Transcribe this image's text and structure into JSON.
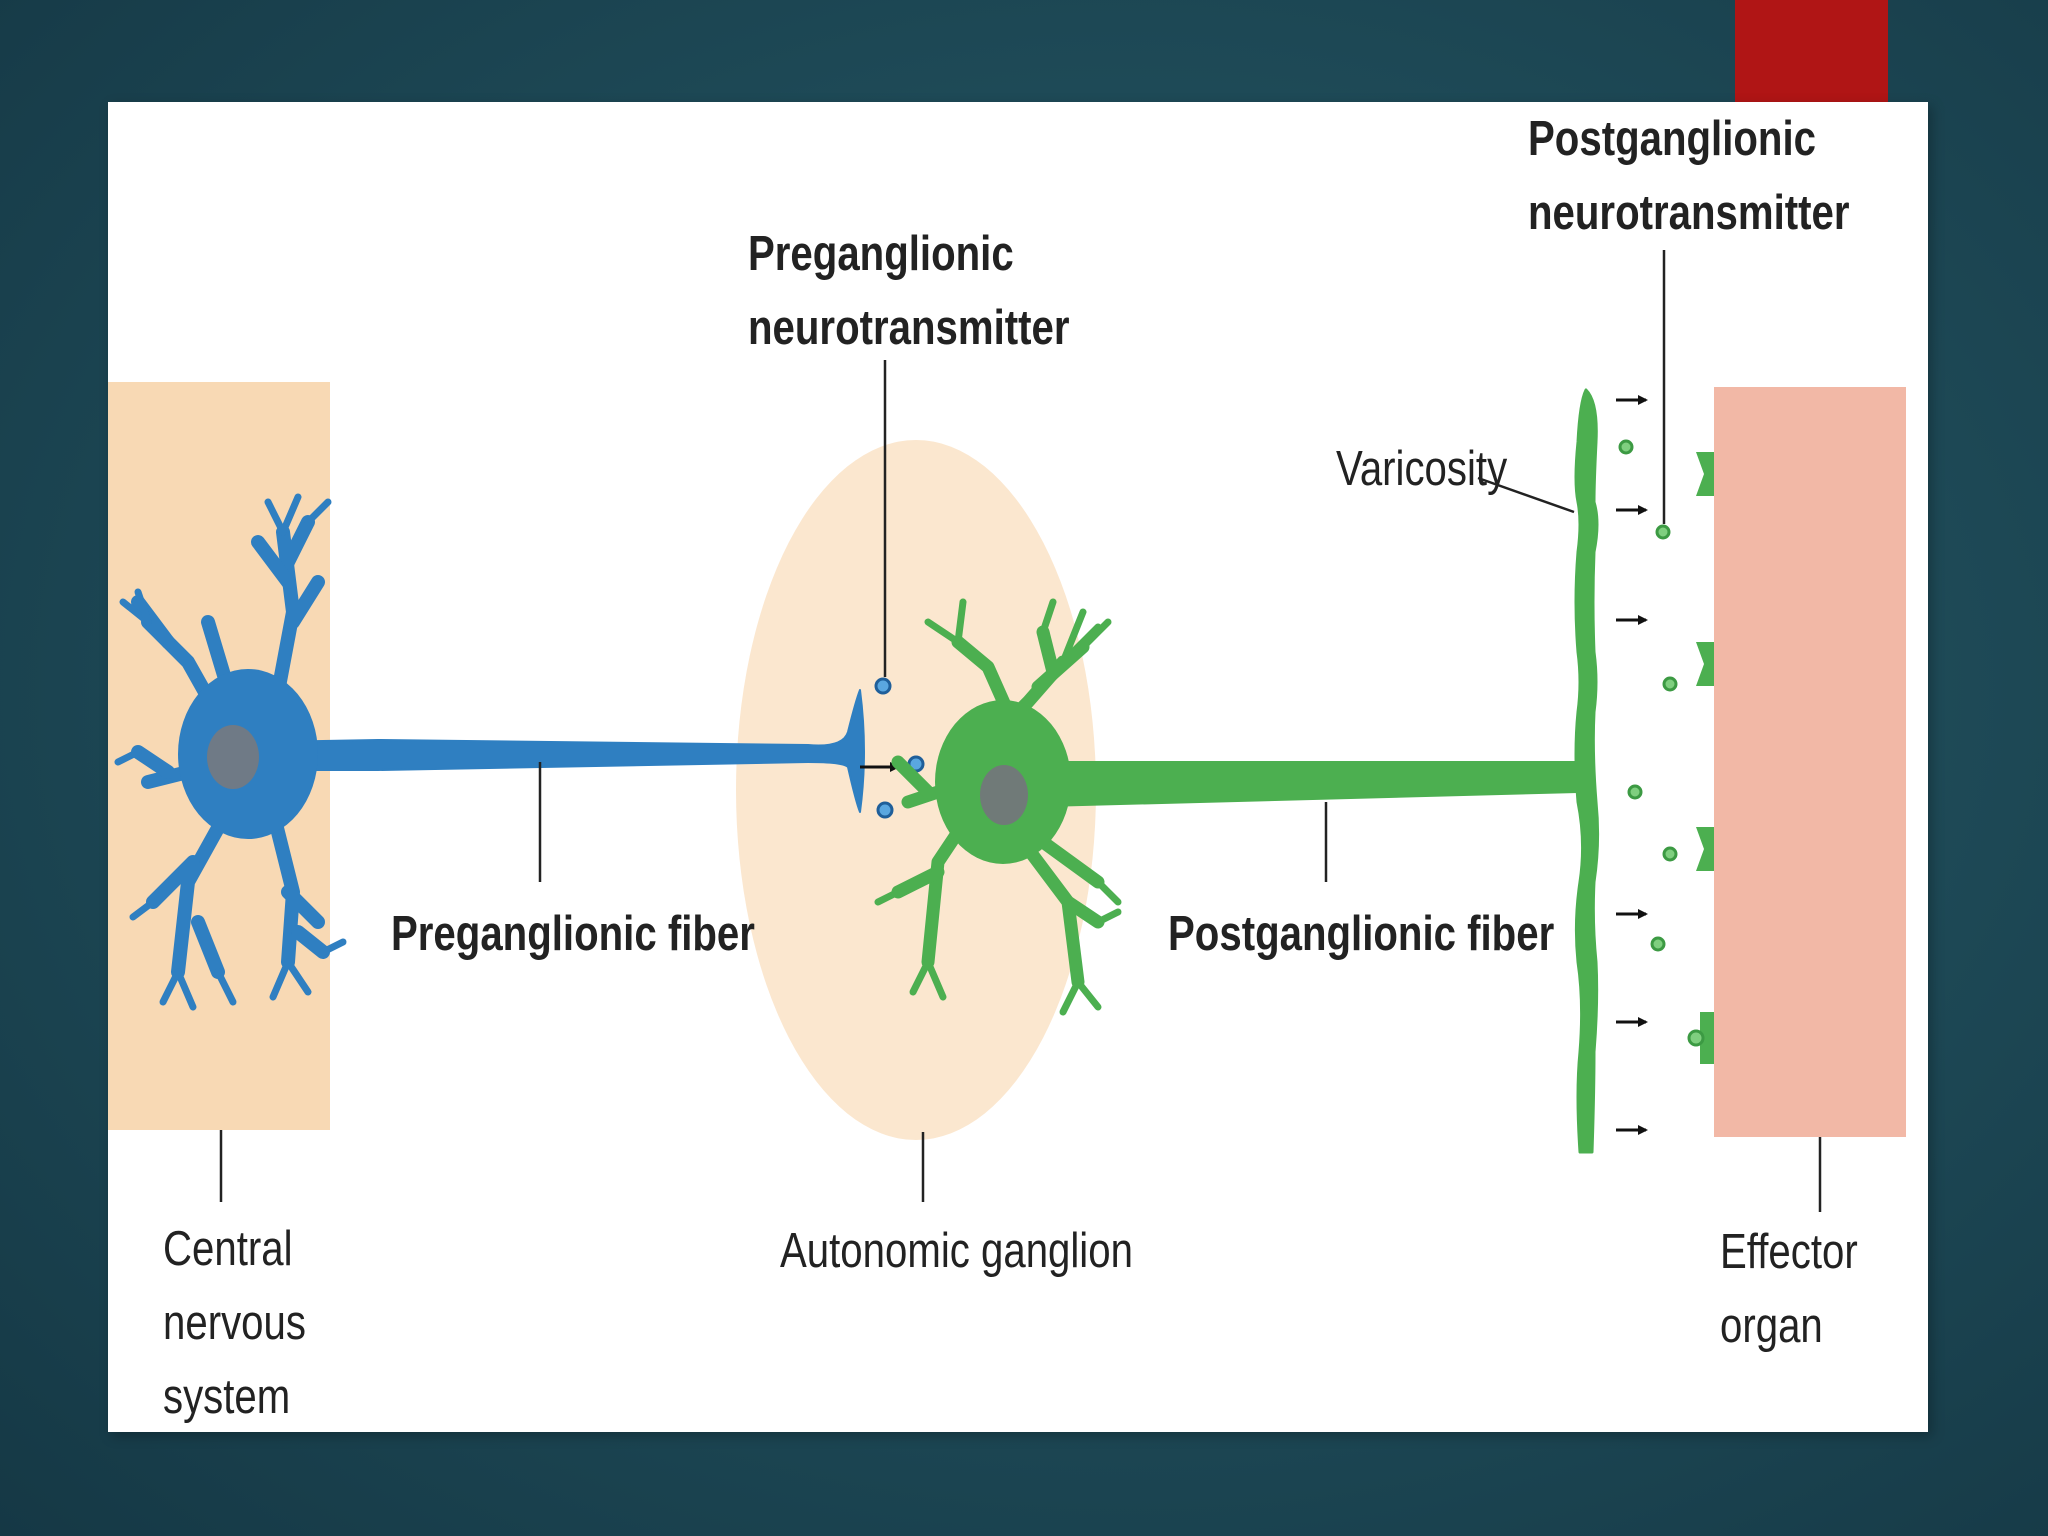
{
  "labels": {
    "preganglionic_neurotransmitter": "Preganglionic\nneurotransmitter",
    "postganglionic_neurotransmitter": "Postganglionic\nneurotransmitter",
    "varicosity": "Varicosity",
    "preganglionic_fiber": "Preganglionic fiber",
    "postganglionic_fiber": "Postganglionic fiber",
    "central_nervous_system": "Central\nnervous\nsystem",
    "autonomic_ganglion": "Autonomic ganglion",
    "effector_organ": "Effector organ"
  },
  "colors": {
    "slide_background": "#1f4c59",
    "accent_tab": "#b01515",
    "cns_region": "#f8d9b4",
    "ganglion_region": "#fbe7cf",
    "effector_region": "#f2b8a6",
    "preganglionic_neuron": "#2f7fc1",
    "postganglionic_neuron": "#4caf50",
    "nucleus": "#7a7a7a"
  }
}
